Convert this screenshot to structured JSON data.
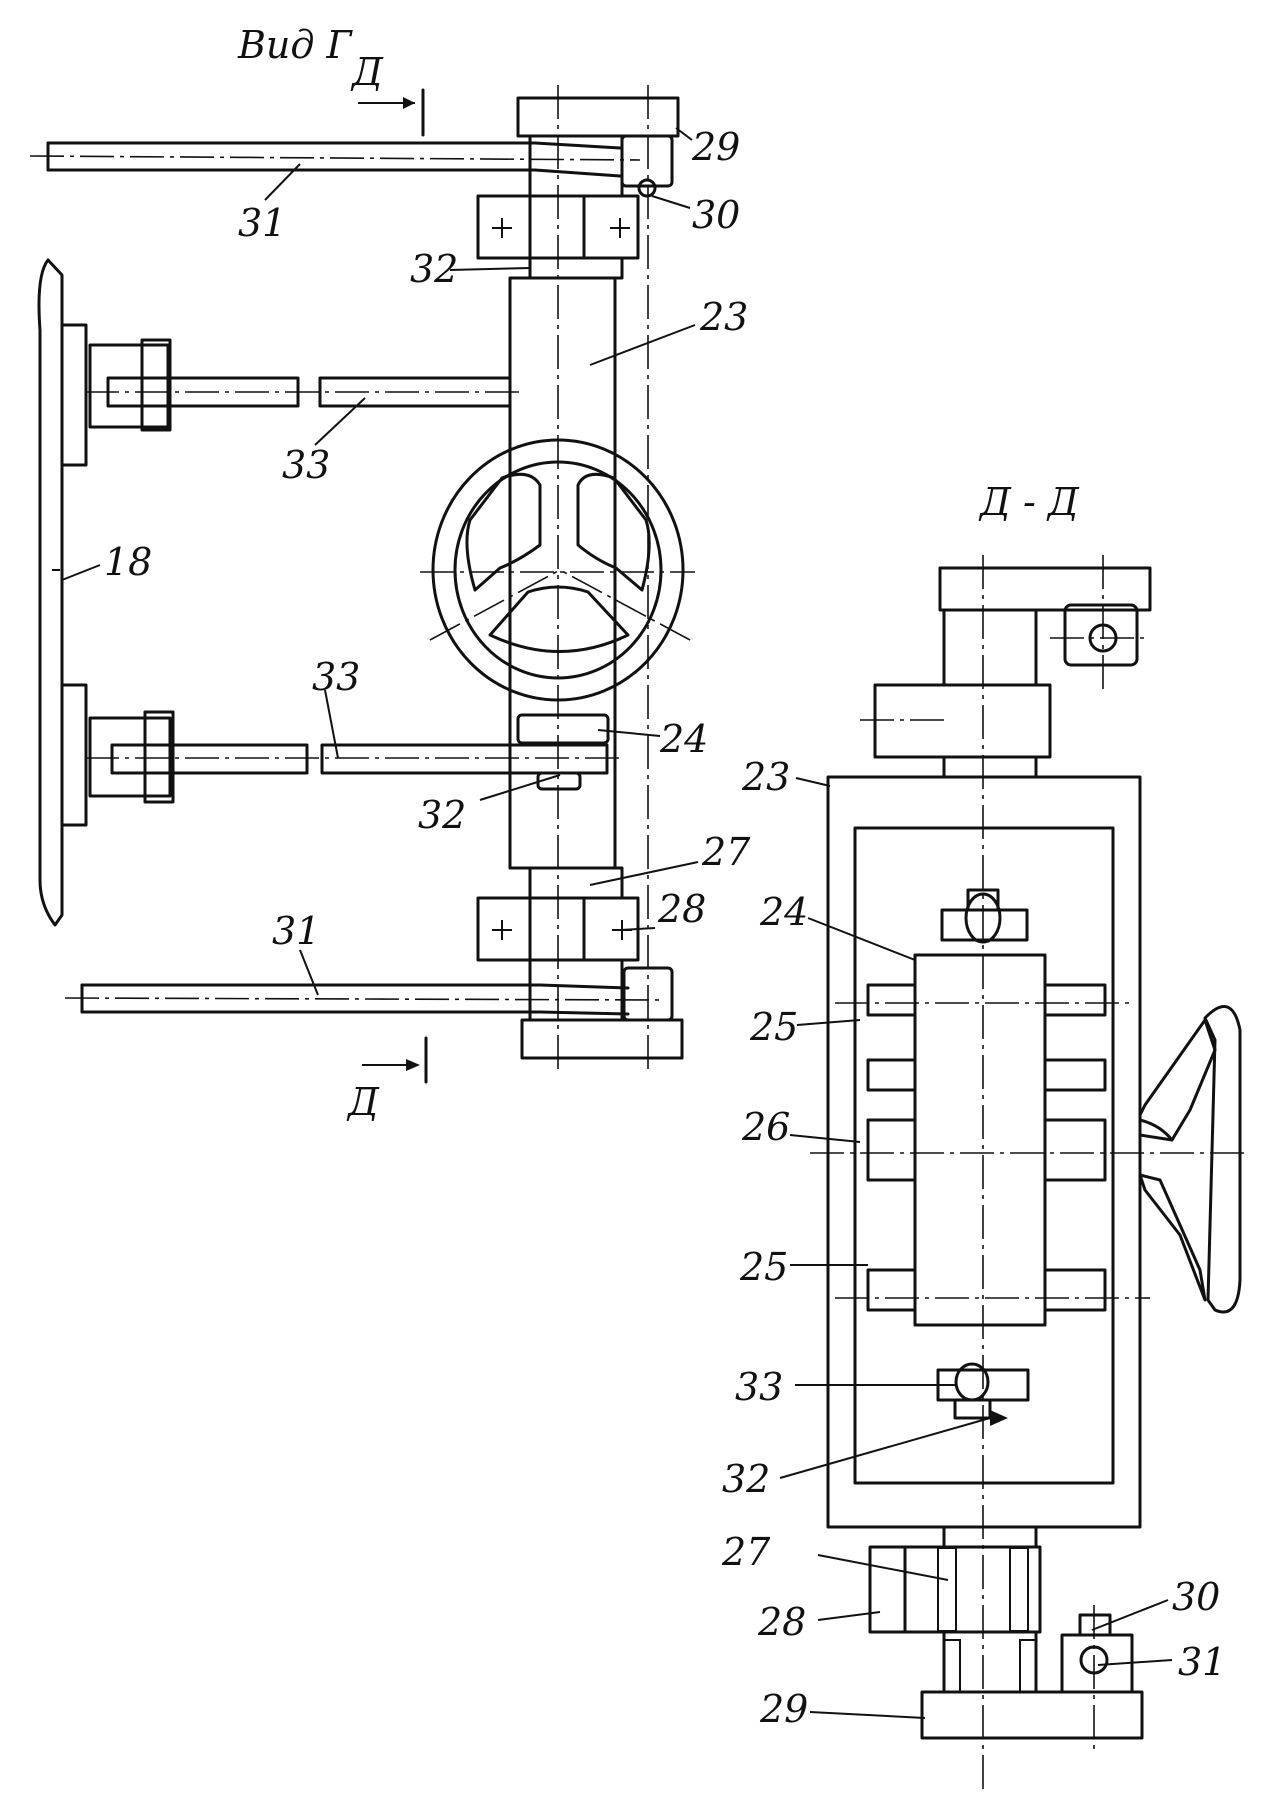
{
  "view_title": "Вид Г",
  "section_title": "Д - Д",
  "section_marks": {
    "top": "Д",
    "bottom": "Д"
  },
  "view_labels": {
    "l29": "29",
    "l30": "30",
    "l31_top": "31",
    "l32_top": "32",
    "l23": "23",
    "l33_top": "33",
    "l18": "18",
    "l33_mid": "33",
    "l24": "24",
    "l32_mid": "32",
    "l27": "27",
    "l28": "28",
    "l31_bot": "31"
  },
  "section_labels": {
    "s23": "23",
    "s24": "24",
    "s25_top": "25",
    "s26": "26",
    "s25_bot": "25",
    "s33": "33",
    "s32": "32",
    "s27": "27",
    "s28": "28",
    "s30": "30",
    "s31": "31",
    "s29": "29"
  }
}
